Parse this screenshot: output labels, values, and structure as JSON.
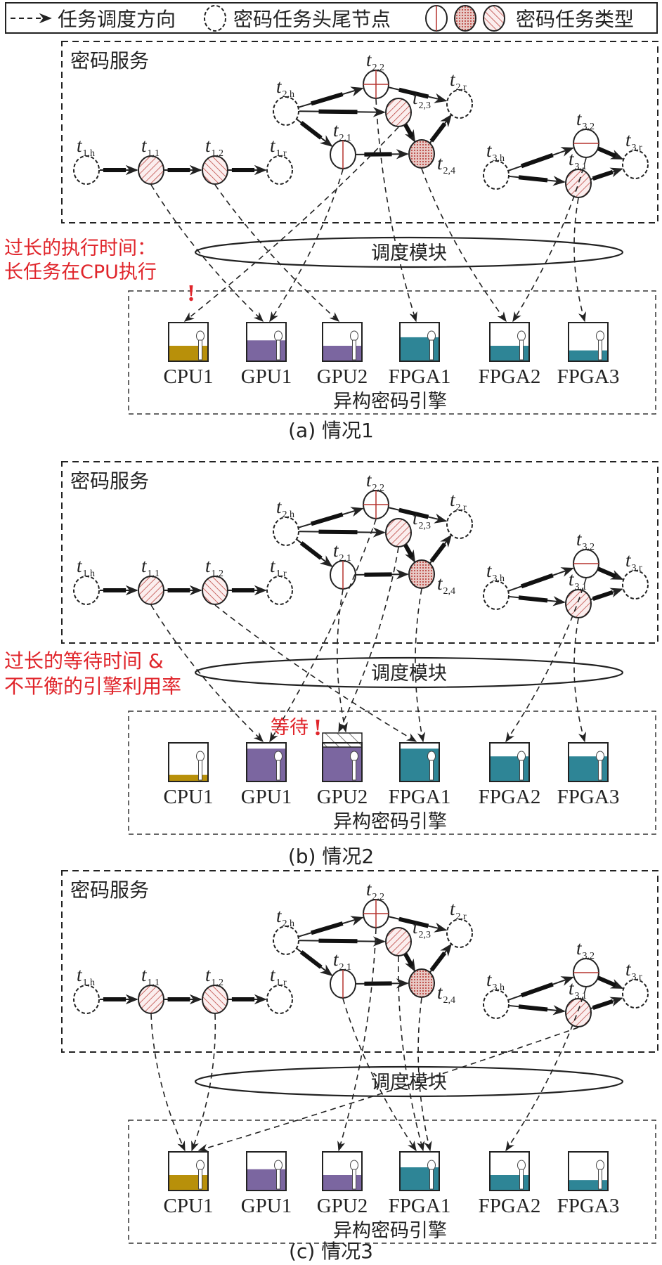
{
  "legend": {
    "direction_label": "任务调度方向",
    "endpoint_label": "密码任务头尾节点",
    "type_label": "密码任务类型"
  },
  "colors": {
    "cpu": "#b8900a",
    "gpu": "#7b66a0",
    "fpga": "#2e8596",
    "alert": "#e0252b",
    "task_mark": "#b5332e"
  },
  "nodes": [
    {
      "id": "t1h",
      "main": "t",
      "sub": "1,h",
      "kind": "endpoint"
    },
    {
      "id": "t11",
      "main": "t",
      "sub": "1,1",
      "kind": "stripe-back"
    },
    {
      "id": "t12",
      "main": "t",
      "sub": "1,2",
      "kind": "stripe-fwd"
    },
    {
      "id": "t1r",
      "main": "t",
      "sub": "1,r",
      "kind": "endpoint"
    },
    {
      "id": "t2h",
      "main": "t",
      "sub": "2,h",
      "kind": "endpoint"
    },
    {
      "id": "t22",
      "main": "t",
      "sub": "2,2",
      "kind": "cross"
    },
    {
      "id": "t23",
      "main": "t",
      "sub": "2,3",
      "kind": "stripe-back"
    },
    {
      "id": "t2r",
      "main": "t",
      "sub": "2,r",
      "kind": "endpoint"
    },
    {
      "id": "t21",
      "main": "t",
      "sub": "2,1",
      "kind": "vline"
    },
    {
      "id": "t24",
      "main": "t",
      "sub": "2,4",
      "kind": "dots"
    },
    {
      "id": "t3h",
      "main": "t",
      "sub": "3,h",
      "kind": "endpoint"
    },
    {
      "id": "t32",
      "main": "t",
      "sub": "3,2",
      "kind": "hline"
    },
    {
      "id": "t3r",
      "main": "t",
      "sub": "3,r",
      "kind": "endpoint"
    },
    {
      "id": "t31",
      "main": "t",
      "sub": "3,1",
      "kind": "stripe-back"
    }
  ],
  "edges": [
    [
      "t1h",
      "t11"
    ],
    [
      "t11",
      "t12"
    ],
    [
      "t12",
      "t1r"
    ],
    [
      "t2h",
      "t22"
    ],
    [
      "t2h",
      "t23"
    ],
    [
      "t2h",
      "t21"
    ],
    [
      "t22",
      "t2r"
    ],
    [
      "t23",
      "t24"
    ],
    [
      "t21",
      "t24"
    ],
    [
      "t24",
      "t2r"
    ],
    [
      "t3h",
      "t32"
    ],
    [
      "t3h",
      "t31"
    ],
    [
      "t32",
      "t3r"
    ],
    [
      "t31",
      "t3r"
    ]
  ],
  "panels": [
    {
      "service_title": "密码服务",
      "scheduler_label": "调度模块",
      "engine_group_label": "异构密码引擎",
      "caption": "(a) 情况1",
      "annotation": [
        "过长的执行时间：",
        "长任务在CPU执行"
      ],
      "alert_mark": "!",
      "engines": [
        {
          "name": "CPU1",
          "type": "cpu",
          "load": 0.4
        },
        {
          "name": "GPU1",
          "type": "gpu",
          "load": 0.54
        },
        {
          "name": "GPU2",
          "type": "gpu",
          "load": 0.4
        },
        {
          "name": "FPGA1",
          "type": "fpga",
          "load": 0.62
        },
        {
          "name": "FPGA2",
          "type": "fpga",
          "load": 0.4
        },
        {
          "name": "FPGA3",
          "type": "fpga",
          "load": 0.28
        }
      ],
      "assignments": [
        [
          "t11",
          "GPU1"
        ],
        [
          "t12",
          "GPU2"
        ],
        [
          "t21",
          "GPU1"
        ],
        [
          "t23",
          "CPU1"
        ],
        [
          "t22",
          "FPGA1"
        ],
        [
          "t24",
          "FPGA2"
        ],
        [
          "t32",
          "FPGA2"
        ],
        [
          "t31",
          "FPGA3"
        ]
      ]
    },
    {
      "service_title": "密码服务",
      "scheduler_label": "调度模块",
      "engine_group_label": "异构密码引擎",
      "caption": "(b) 情况2",
      "annotation": [
        "过长的等待时间 &",
        "不平衡的引擎利用率"
      ],
      "wait_label": "等待",
      "alert_mark": "!",
      "engines": [
        {
          "name": "CPU1",
          "type": "cpu",
          "load": 0.17
        },
        {
          "name": "GPU1",
          "type": "gpu",
          "load": 0.85
        },
        {
          "name": "GPU2",
          "type": "gpu",
          "load": 0.9,
          "queued": true
        },
        {
          "name": "FPGA1",
          "type": "fpga",
          "load": 0.85
        },
        {
          "name": "FPGA2",
          "type": "fpga",
          "load": 0.65
        },
        {
          "name": "FPGA3",
          "type": "fpga",
          "load": 0.65
        }
      ],
      "assignments": [
        [
          "t11",
          "GPU1"
        ],
        [
          "t12",
          "FPGA1"
        ],
        [
          "t22",
          "GPU1"
        ],
        [
          "t23",
          "GPU2"
        ],
        [
          "t21",
          "GPU2"
        ],
        [
          "t24",
          "FPGA1"
        ],
        [
          "t32",
          "FPGA2"
        ],
        [
          "t31",
          "FPGA3"
        ]
      ]
    },
    {
      "service_title": "密码服务",
      "scheduler_label": "调度模块",
      "engine_group_label": "异构密码引擎",
      "caption": "(c) 情况3",
      "engines": [
        {
          "name": "CPU1",
          "type": "cpu",
          "load": 0.4
        },
        {
          "name": "GPU1",
          "type": "gpu",
          "load": 0.55
        },
        {
          "name": "GPU2",
          "type": "gpu",
          "load": 0.4
        },
        {
          "name": "FPGA1",
          "type": "fpga",
          "load": 0.6
        },
        {
          "name": "FPGA2",
          "type": "fpga",
          "load": 0.4
        },
        {
          "name": "FPGA3",
          "type": "fpga",
          "load": 0.27
        }
      ],
      "assignments": [
        [
          "t11",
          "CPU1"
        ],
        [
          "t12",
          "CPU1"
        ],
        [
          "t31",
          "CPU1"
        ],
        [
          "t22",
          "GPU2"
        ],
        [
          "t21",
          "FPGA1"
        ],
        [
          "t23",
          "FPGA1"
        ],
        [
          "t24",
          "FPGA1"
        ],
        [
          "t32",
          "FPGA2"
        ]
      ]
    }
  ]
}
